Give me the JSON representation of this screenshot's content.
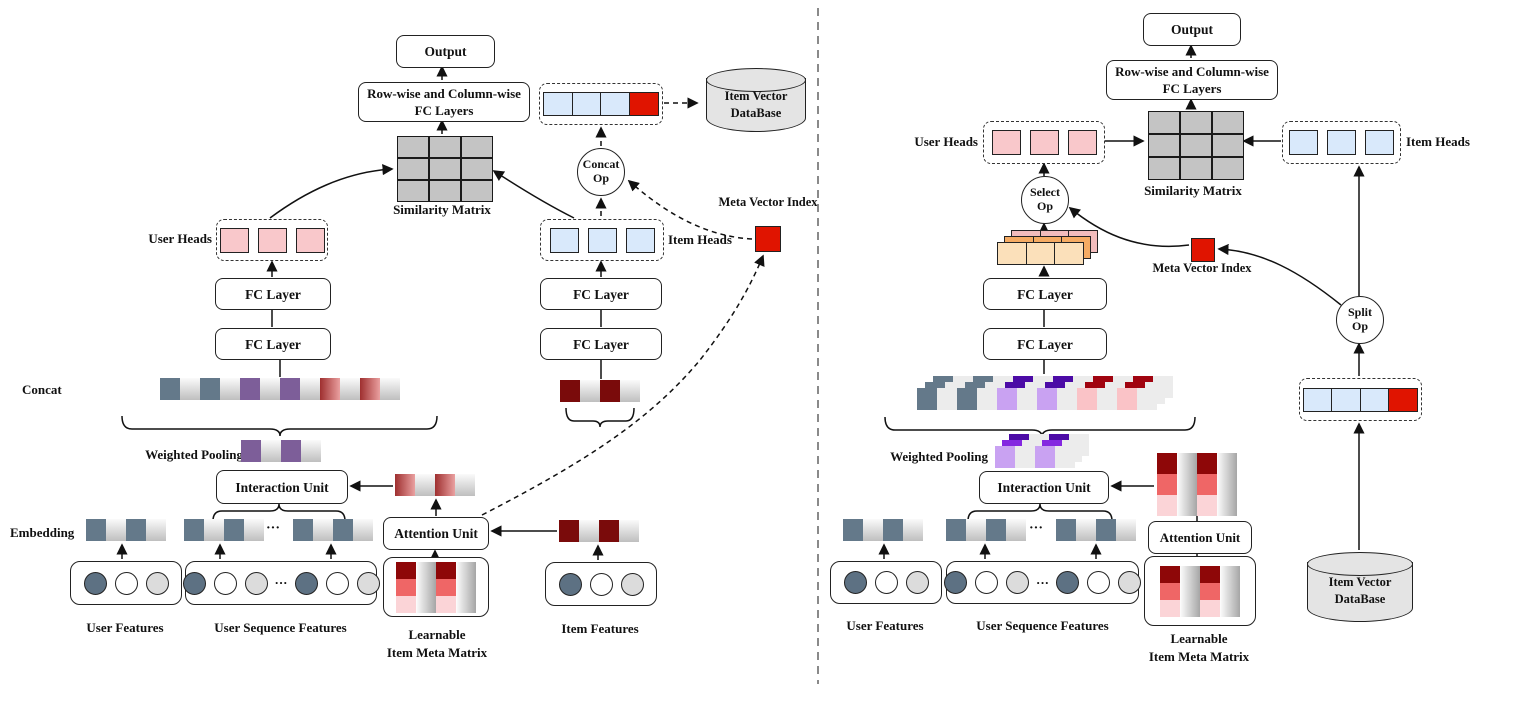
{
  "labels": {
    "output": "Output",
    "rowwise_1": "Row-wise and Column-wise",
    "rowwise_2": "FC Layers",
    "similarity_matrix": "Similarity Matrix",
    "user_heads": "User Heads",
    "item_heads": "Item Heads",
    "fc_layer": "FC Layer",
    "concat": "Concat",
    "weighted_pooling": "Weighted Pooling",
    "interaction_unit": "Interaction Unit",
    "embedding": "Embedding",
    "attention_unit": "Attention Unit",
    "user_features": "User  Features",
    "user_sequence_features": "User Sequence Features",
    "item_features": "Item Features",
    "learnable_1": "Learnable",
    "learnable_2": "Item Meta Matrix",
    "meta_vector_index": "Meta Vector Index",
    "item_vector_db_1": "Item Vector",
    "item_vector_db_2": "DataBase",
    "concat_op_1": "Concat",
    "concat_op_2": "Op",
    "select_op_1": "Select",
    "select_op_2": "Op",
    "split_op_1": "Split",
    "split_op_2": "Op",
    "dots": "···"
  },
  "colors": {
    "slate_embedding": "#64798a",
    "purple_pooling": "#7d5e99",
    "dark_red_item": "#7a0b0b",
    "attention_red": "#9e2f2f",
    "user_head_pink": "#f9c8cb",
    "item_head_blue": "#d9e9fb",
    "meta_index_red": "#e01400",
    "light_purple": "#c9a2f2",
    "deep_purple": "#4c0ba6",
    "light_pink": "#fac3c7",
    "deep_red": "#a00410",
    "select_peach": "#fbe0ba",
    "select_orange": "#f5ab63",
    "select_pink": "#f2bcbc",
    "matrix_gray": "#c4c4c4",
    "database_gray": "#e4e4e4"
  },
  "cells": {
    "sim": [
      "sim",
      "sim",
      "sim",
      "sim",
      "sim",
      "sim",
      "sim",
      "sim",
      "sim"
    ],
    "heads_user": [
      "pink",
      "pink",
      "pink"
    ],
    "heads_item": [
      "blue",
      "blue",
      "blue"
    ],
    "item_vec": [
      "bluec",
      "bluec",
      "bluec",
      "redc"
    ],
    "concat_left": [
      "slate",
      "g",
      "slate",
      "g",
      "purple",
      "g",
      "purple",
      "g",
      "redgrad",
      "g",
      "redgrad",
      "g"
    ],
    "pooling_left": [
      "purple",
      "g",
      "purple",
      "g"
    ],
    "attn_out_left": [
      "redgrad",
      "g",
      "redgrad",
      "g"
    ],
    "item_fc_left": [
      "darkred",
      "g",
      "darkred",
      "g"
    ],
    "item_emb": [
      "darkred",
      "g",
      "darkred",
      "g"
    ],
    "user_emb": [
      "slate",
      "g",
      "slate",
      "g"
    ],
    "meta_rows": [
      [
        "mdark",
        "mg",
        "mdark",
        "mg"
      ],
      [
        "mmid",
        "mg",
        "mmid",
        "mg"
      ],
      [
        "mlight",
        "mg",
        "mlight",
        "mg"
      ]
    ],
    "feat3": [
      "c-slate",
      "c-white",
      "c-gray"
    ],
    "feat6": [
      "c-slate",
      "c-white",
      "c-gray",
      "dots",
      "c-slate",
      "c-white",
      "c-gray"
    ],
    "concat_right_front": [
      "slate",
      "g2",
      "slate",
      "g2",
      "lpurple",
      "g2",
      "lpurple",
      "g2",
      "lpink",
      "g2",
      "lpink",
      "g2"
    ],
    "concat_right_back": [
      "slate",
      "g2",
      "slate",
      "g2",
      "dpurple",
      "g2",
      "dpurple",
      "g2",
      "dred",
      "g2",
      "dred",
      "g2"
    ],
    "pool_right_front": [
      "lpurple",
      "g2",
      "lpurple",
      "g2"
    ],
    "pool_right_mid": [
      "mpurple",
      "g2",
      "mpurple",
      "g2"
    ],
    "pool_right_back": [
      "dpurple",
      "g2",
      "dpurple",
      "g2"
    ],
    "select_front": [
      "peach",
      "peach",
      "peach"
    ],
    "select_mid": [
      "orange",
      "orange",
      "orange"
    ],
    "select_back": [
      "spink",
      "spink",
      "spink"
    ]
  }
}
